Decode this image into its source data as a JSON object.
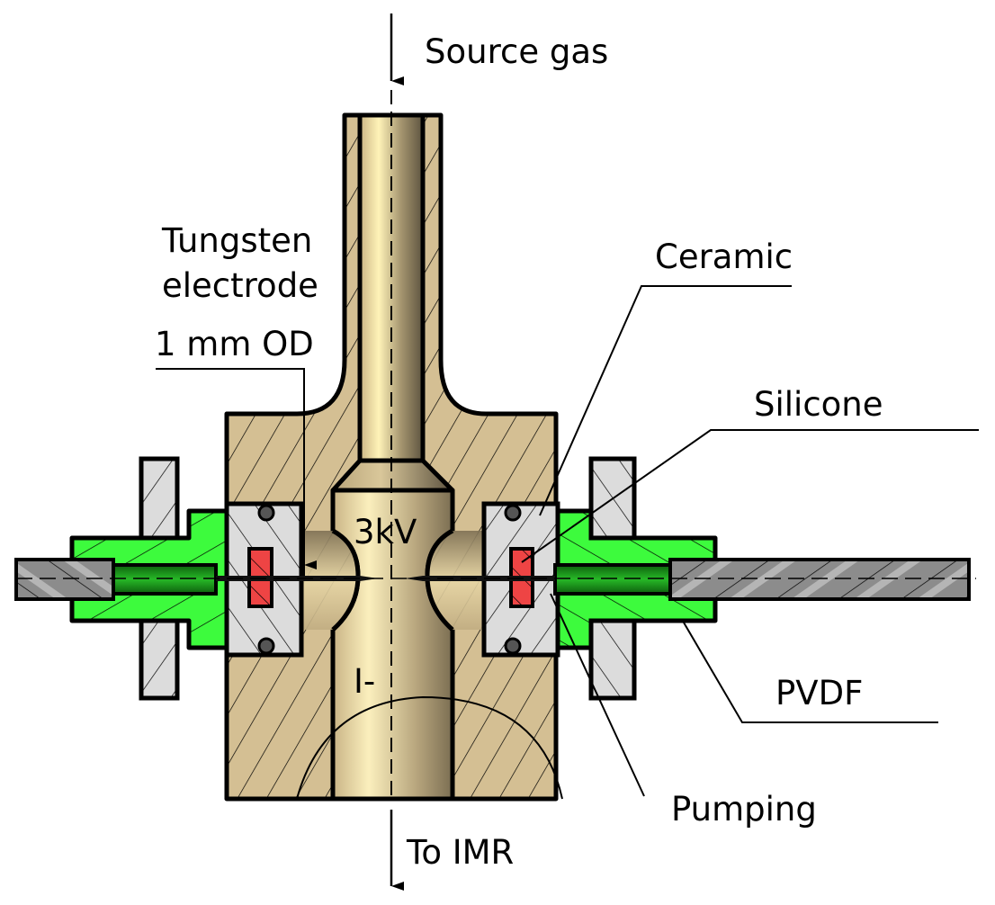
{
  "figure": {
    "type": "cross-section schematic",
    "subject": "ion source assembly with tungsten electrodes"
  },
  "labels": {
    "source_gas": "Source gas",
    "tungsten_line1": "Tungsten",
    "tungsten_line2": "electrode",
    "od": "1 mm OD",
    "ceramic": "Ceramic",
    "silicone": "Silicone",
    "voltage": "3kV",
    "ion": "I-",
    "pvdf": "PVDF",
    "pumping": "Pumping",
    "to_imr": "To IMR"
  },
  "materials": {
    "metal_body": "#d4bf93",
    "bore": "#e8d7a6",
    "pvdf": "#3dfb3d",
    "ceramic": "#d8d8d8",
    "silicone": "#ee4444",
    "electrode_rod": "#8a8a8a"
  },
  "flows": [
    {
      "name": "source-gas-in",
      "direction": "down",
      "at": "top"
    },
    {
      "name": "to-imr-out",
      "direction": "down",
      "at": "bottom"
    }
  ]
}
